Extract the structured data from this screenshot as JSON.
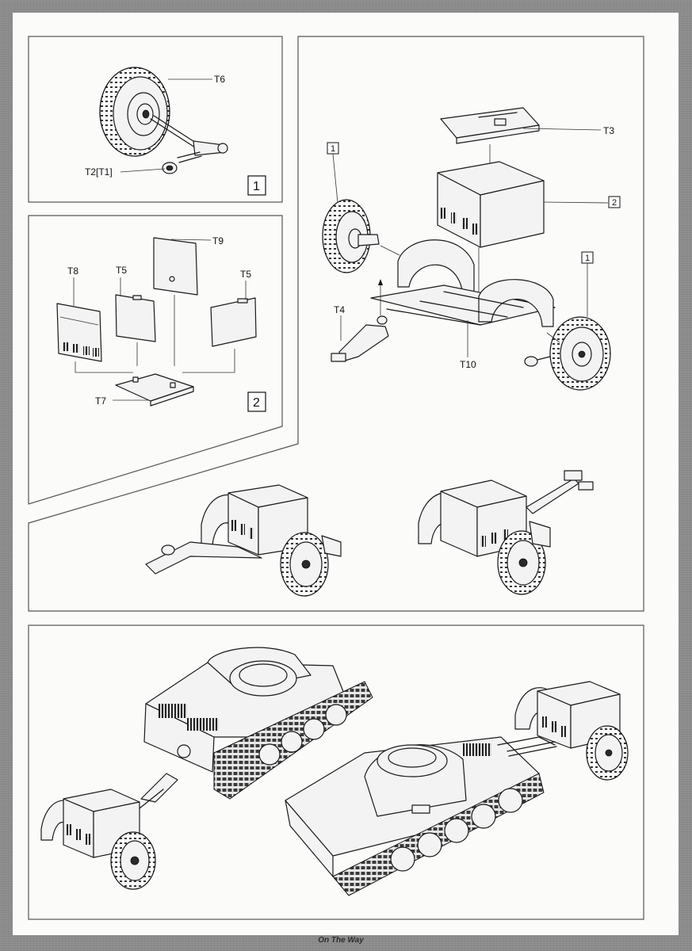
{
  "step1": {
    "number": "1",
    "labels": {
      "t6": "T6",
      "t2t1": "T2[T1]"
    }
  },
  "step2": {
    "number": "2",
    "labels": {
      "t8": "T8",
      "t5a": "T5",
      "t9": "T9",
      "t5b": "T5",
      "t7": "T7"
    }
  },
  "step3": {
    "labels": {
      "t3": "T3",
      "t4": "T4",
      "t10": "T10"
    },
    "refs": {
      "ref1_left": "1",
      "ref1_right": "1",
      "ref2": "2"
    }
  },
  "footer": {
    "brand": "On The Way"
  },
  "colors": {
    "background": "#8d8d8d",
    "sheet": "#fbfbfa",
    "ink": "#1a1a1a"
  }
}
